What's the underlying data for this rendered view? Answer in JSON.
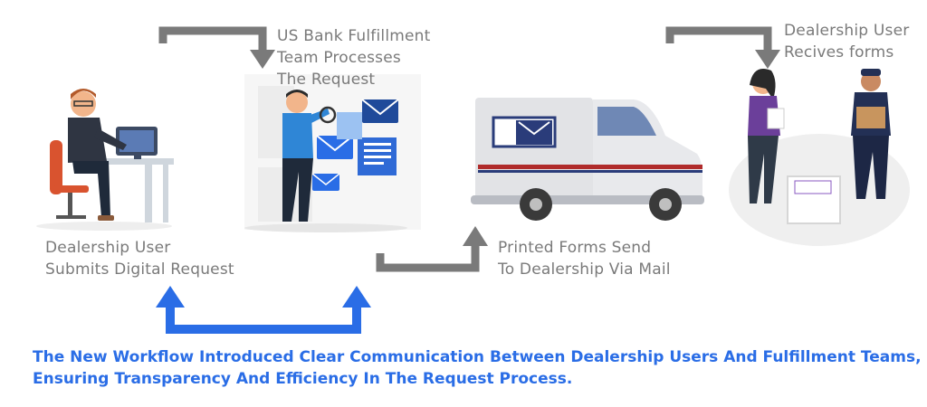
{
  "steps": {
    "submit": {
      "line1": "Dealership User",
      "line2": "Submits Digital Request"
    },
    "process": {
      "line1": "US Bank Fulfillment",
      "line2": "Team Processes",
      "line3": "The Request"
    },
    "mail": {
      "line1": "Printed Forms Send",
      "line2": "To Dealership Via Mail"
    },
    "receive": {
      "line1": "Dealership User",
      "line2": "Recives forms"
    }
  },
  "summary": {
    "line1": "The New Workflow Introduced Clear Communication Between Dealership Users And Fulfillment Teams,",
    "line2": "Ensuring Transparency And Efficiency In The Request Process."
  },
  "colors": {
    "connector": "#7a7a7a",
    "feedback": "#2a6de6",
    "text_gray": "#7a7a7a"
  }
}
